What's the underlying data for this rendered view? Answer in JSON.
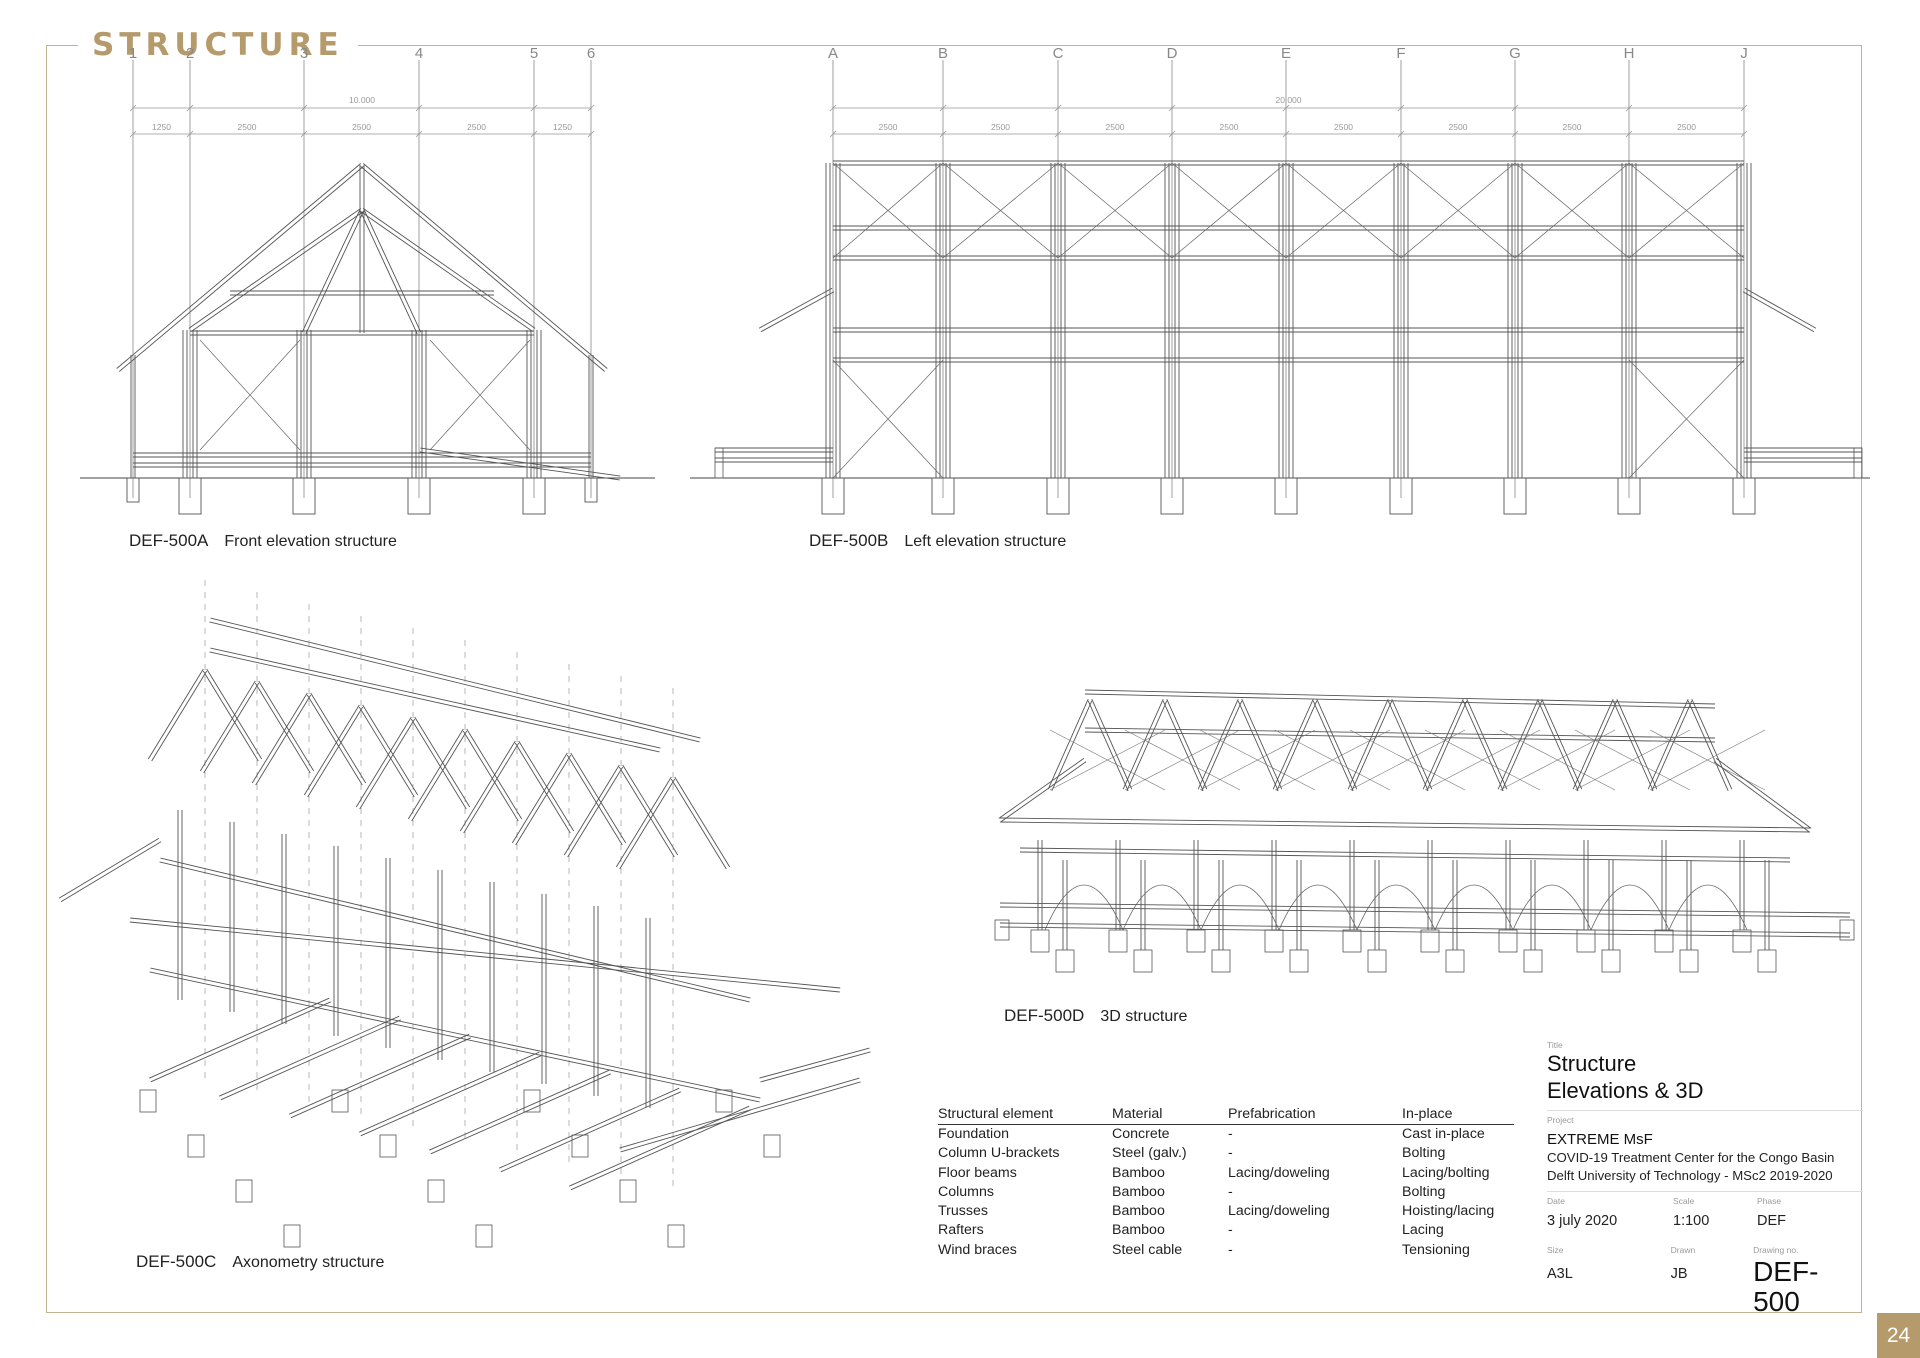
{
  "sheet": {
    "title": "STRUCTURE",
    "page_number": "24"
  },
  "front_elevation": {
    "code": "DEF-500A",
    "caption": "Front elevation structure",
    "grid_labels": [
      "1",
      "2",
      "3",
      "4",
      "5",
      "6"
    ],
    "overall_dimension": "10.000",
    "bay_dimensions": [
      "1250",
      "2500",
      "2500",
      "2500",
      "1250"
    ]
  },
  "left_elevation": {
    "code": "DEF-500B",
    "caption": "Left elevation structure",
    "grid_labels": [
      "A",
      "B",
      "C",
      "D",
      "E",
      "F",
      "G",
      "H",
      "J"
    ],
    "overall_dimension": "20.000",
    "bay_dimensions": [
      "2500",
      "2500",
      "2500",
      "2500",
      "2500",
      "2500",
      "2500",
      "2500"
    ]
  },
  "axonometry": {
    "code": "DEF-500C",
    "caption": "Axonometry structure"
  },
  "structure_3d": {
    "code": "DEF-500D",
    "caption": "3D structure"
  },
  "elements_table": {
    "headers": [
      "Structural element",
      "Material",
      "Prefabrication",
      "In-place"
    ],
    "rows": [
      [
        "Foundation",
        "Concrete",
        "-",
        "Cast in-place"
      ],
      [
        "Column U-brackets",
        "Steel (galv.)",
        "-",
        "Bolting"
      ],
      [
        "Floor beams",
        "Bamboo",
        "Lacing/doweling",
        "Lacing/bolting"
      ],
      [
        "Columns",
        "Bamboo",
        "-",
        "Bolting"
      ],
      [
        "Trusses",
        "Bamboo",
        "Lacing/doweling",
        "Hoisting/lacing"
      ],
      [
        "Rafters",
        "Bamboo",
        "-",
        "Lacing"
      ],
      [
        "Wind braces",
        "Steel cable",
        "-",
        "Tensioning"
      ]
    ]
  },
  "title_block": {
    "title_label": "Title",
    "title_line1": "Structure",
    "title_line2": "Elevations & 3D",
    "project_label": "Project",
    "project_name": "EXTREME MsF",
    "project_desc1": "COVID-19 Treatment Center for the Congo Basin",
    "project_desc2": "Delft University of Technology - MSc2 2019-2020",
    "date_label": "Date",
    "date": "3 july 2020",
    "scale_label": "Scale",
    "scale": "1:100",
    "phase_label": "Phase",
    "phase": "DEF",
    "size_label": "Size",
    "size": "A3L",
    "drawn_label": "Drawn",
    "drawn": "JB",
    "drawing_no_label": "Drawing no.",
    "drawing_no": "DEF-500"
  },
  "colors": {
    "accent": "#b59a6b",
    "line": "#555555",
    "dim": "#999999"
  }
}
